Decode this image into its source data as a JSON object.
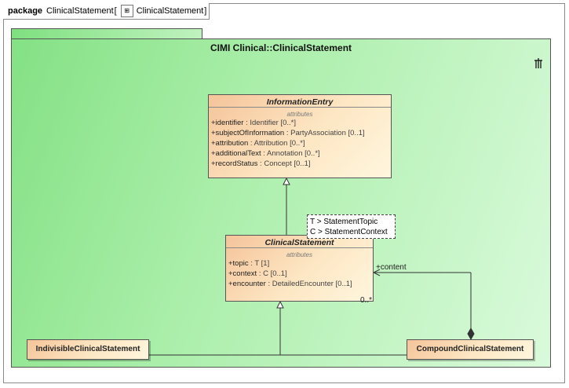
{
  "tab": {
    "keyword": "package",
    "name": "ClinicalStatement",
    "diagram_name": "ClinicalStatement"
  },
  "package": {
    "title": "CIMI Clinical::ClinicalStatement"
  },
  "classes": {
    "information_entry": {
      "name": "InformationEntry",
      "section": "attributes",
      "attributes": [
        {
          "name": "+identifier",
          "type": " : Identifier [0..*]"
        },
        {
          "name": "+subjectOfInformation",
          "type": " : PartyAssociation [0..1]"
        },
        {
          "name": "+attribution",
          "type": " : Attribution [0..*]"
        },
        {
          "name": "+additionalText",
          "type": " : Annotation [0..*]"
        },
        {
          "name": "+recordStatus",
          "type": " : Concept [0..1]"
        }
      ]
    },
    "clinical_statement": {
      "name": "ClinicalStatement",
      "section": "attributes",
      "attributes": [
        {
          "name": "+topic",
          "type": " : T [1]"
        },
        {
          "name": "+context",
          "type": " : C [0..1]"
        },
        {
          "name": "+encounter",
          "type": " : DetailedEncounter [0..1]"
        }
      ],
      "template_params": [
        "T > StatementTopic",
        "C > StatementContext"
      ]
    },
    "indivisible": {
      "name": "IndivisibleClinicalStatement"
    },
    "compound": {
      "name": "CompoundClinicalStatement"
    }
  },
  "association": {
    "role": "+content",
    "multiplicity": "0..*"
  }
}
